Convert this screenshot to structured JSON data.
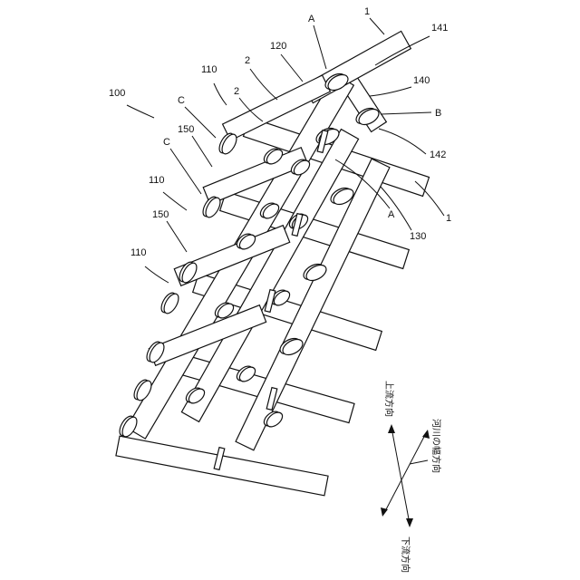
{
  "labels": {
    "ref_100": "100",
    "ref_110_a": "110",
    "ref_110_b": "110",
    "ref_110_c": "110",
    "ref_150_a": "150",
    "ref_150_b": "150",
    "ref_C_a": "C",
    "ref_C_b": "C",
    "ref_2_a": "2",
    "ref_2_b": "2",
    "ref_120": "120",
    "ref_A_top": "A",
    "ref_1_top": "1",
    "ref_141": "141",
    "ref_140": "140",
    "ref_B": "B",
    "ref_142": "142",
    "ref_1_bottom": "1",
    "ref_A_bottom": "A",
    "ref_130": "130"
  },
  "directions": {
    "upstream": "上流方向",
    "downstream": "下流方向",
    "river_width": "河川の幅方向"
  }
}
